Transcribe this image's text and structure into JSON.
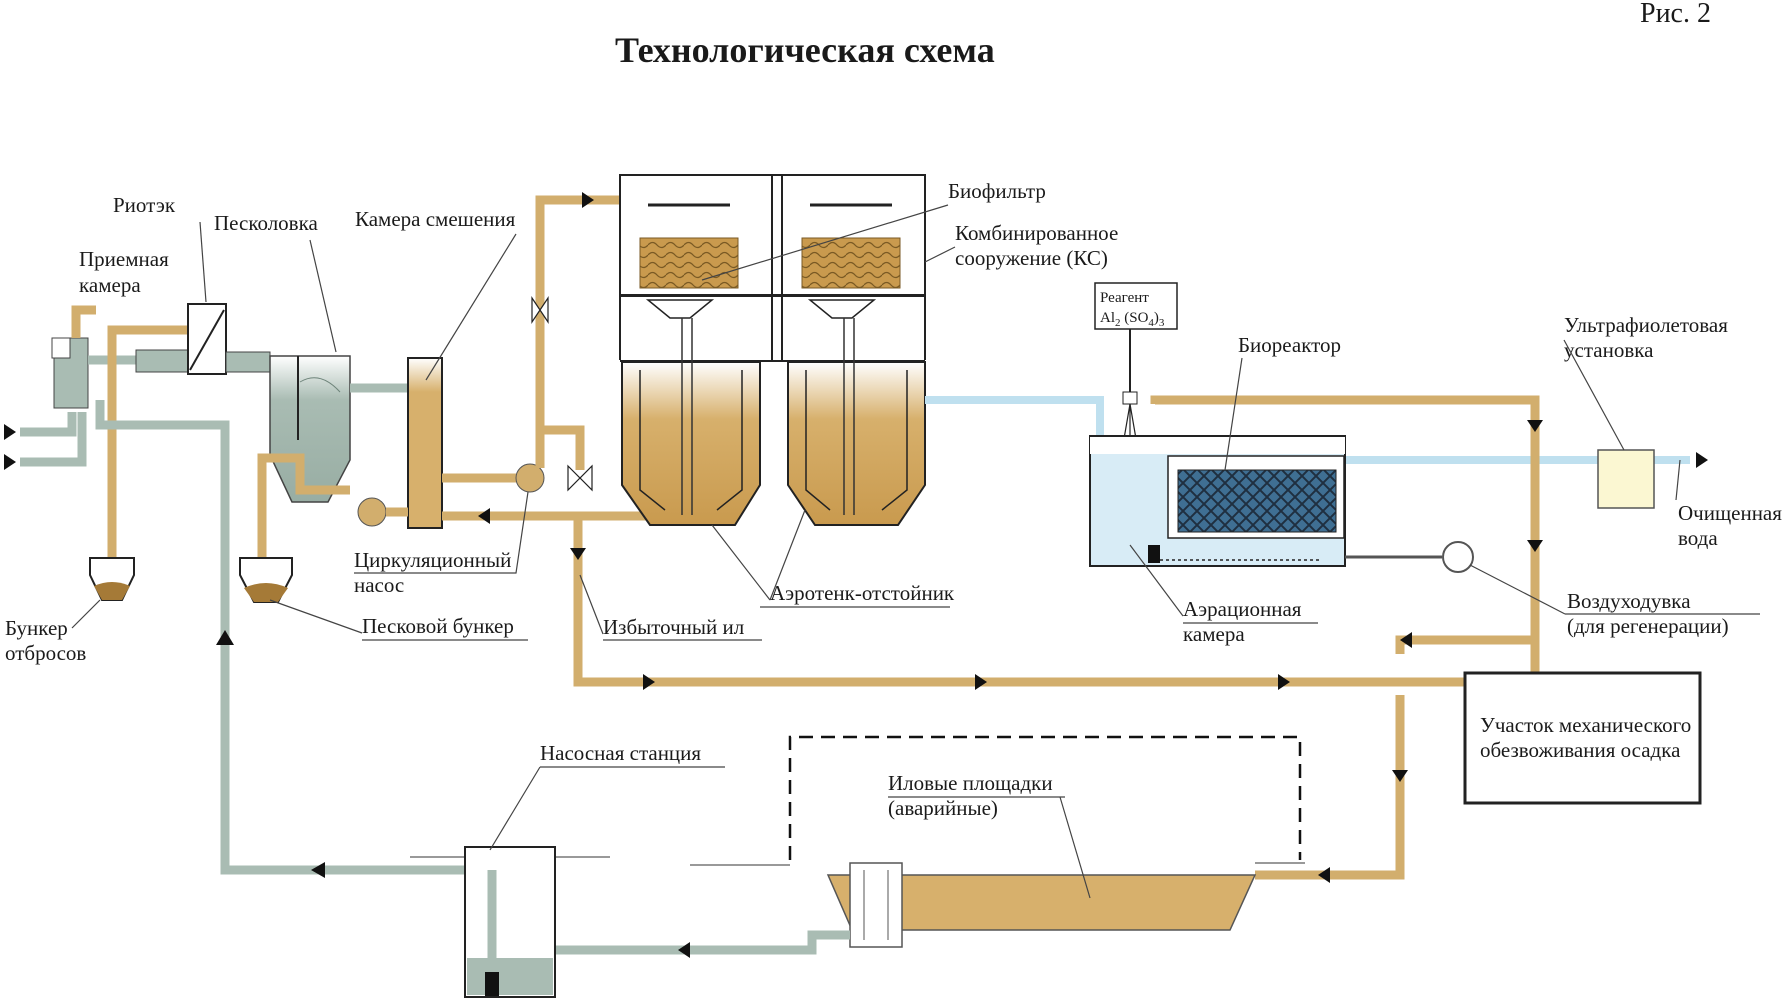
{
  "figure_number": "Рис. 2",
  "title": "Технологическая схема",
  "labels": {
    "riotek": "Риотэк",
    "sand_trap": "Песколовка",
    "mixing_chamber": "Камера смешения",
    "receiving_chamber_1": "Приемная",
    "receiving_chamber_2": "камера",
    "biofilter": "Биофильтр",
    "combined_1": "Комбинированное",
    "combined_2": "сооружение (КС)",
    "reagent": "Реагент",
    "reagent_formula": {
      "al": "Al",
      "al_sub": "2",
      "so4_open": " (SO",
      "so4_sub": "4",
      "close": ")",
      "close_sub": "3"
    },
    "bioreactor": "Биореактор",
    "uv_1": "Ультрафиолетовая",
    "uv_2": "установка",
    "treated_1": "Очищенная",
    "treated_2": "вода",
    "circ_pump_1": "Циркуляционный",
    "circ_pump_2": "насос",
    "aerotank": "Аэротенк-отстойник",
    "aeration_1": "Аэрационная",
    "aeration_2": "камера",
    "blower_1": "Воздуходувка",
    "blower_2": "(для регенерации)",
    "waste_bunker_1": "Бункер",
    "waste_bunker_2": "отбросов",
    "sand_bunker": "Песковой бункер",
    "excess_sludge": "Избыточный ил",
    "dewatering_1": "Участок механического",
    "dewatering_2": "обезвоживания осадка",
    "pump_station": "Насосная станция",
    "sludge_beds_1": "Иловые площадки",
    "sludge_beds_2": "(аварийные)"
  },
  "colors": {
    "sludge_pipe": "#d2ae6d",
    "recirc_pipe": "#a9bcb3",
    "clean_water": "#bfe0ef",
    "sludge_fill": "#d7b06c",
    "biofilter_fill": "#c99a4e",
    "aeration_water": "#d8ecf6",
    "uv_unit": "#fbf7d2"
  }
}
